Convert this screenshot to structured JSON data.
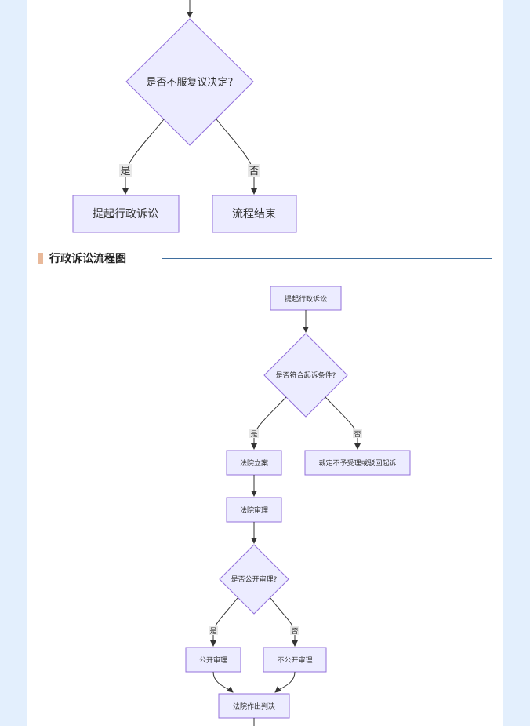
{
  "section": {
    "title": "行政诉讼流程图"
  },
  "diagram1": {
    "decision": "是否不服复议决定?",
    "yes_label": "是",
    "no_label": "否",
    "yes_node": "提起行政诉讼",
    "no_node": "流程结束"
  },
  "diagram2": {
    "start": "提起行政诉讼",
    "decision1": "是否符合起诉条件?",
    "yes1": "是",
    "no1": "否",
    "file": "法院立案",
    "reject": "裁定不予受理或驳回起诉",
    "trial": "法院审理",
    "decision2": "是否公开审理?",
    "yes2": "是",
    "no2": "否",
    "public": "公开审理",
    "private": "不公开审理",
    "judgment": "法院作出判决"
  },
  "colors": {
    "node_fill": "#ececff",
    "node_stroke": "#9370db",
    "edge": "#333333",
    "page_bg": "#e3effd",
    "accent_bar": "#e9b99a",
    "rule": "#3f6e9e"
  }
}
